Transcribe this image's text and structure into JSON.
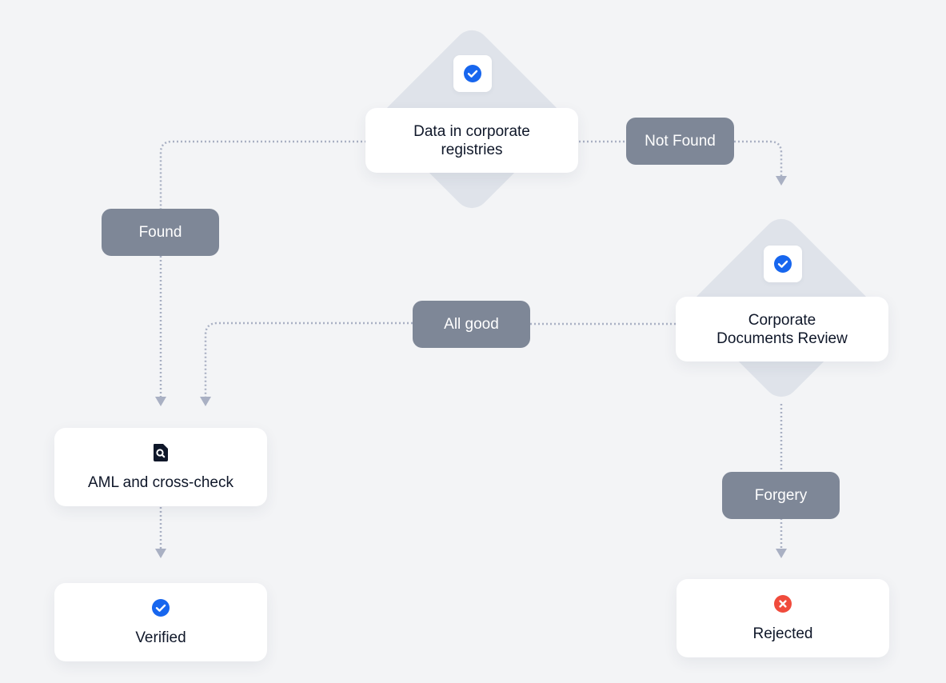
{
  "nodes": {
    "registries": {
      "label_line1": "Data in corporate",
      "label_line2": "registries",
      "icon": "check-circle-icon"
    },
    "docs_review": {
      "label_line1": "Corporate",
      "label_line2": "Documents Review",
      "icon": "check-circle-icon"
    },
    "aml": {
      "label": "AML and cross-check",
      "icon": "document-search-icon"
    },
    "verified": {
      "label": "Verified",
      "icon": "check-circle-icon"
    },
    "rejected": {
      "label": "Rejected",
      "icon": "x-circle-icon"
    }
  },
  "edges": {
    "found": "Found",
    "not_found": "Not Found",
    "all_good": "All good",
    "forgery": "Forgery"
  },
  "colors": {
    "background": "#f3f4f6",
    "diamond": "#dfe3ea",
    "pill": "#7e8797",
    "connector": "#a9b0c3",
    "check": "#1766ee",
    "reject": "#f04b3c",
    "text": "#0f1729"
  }
}
